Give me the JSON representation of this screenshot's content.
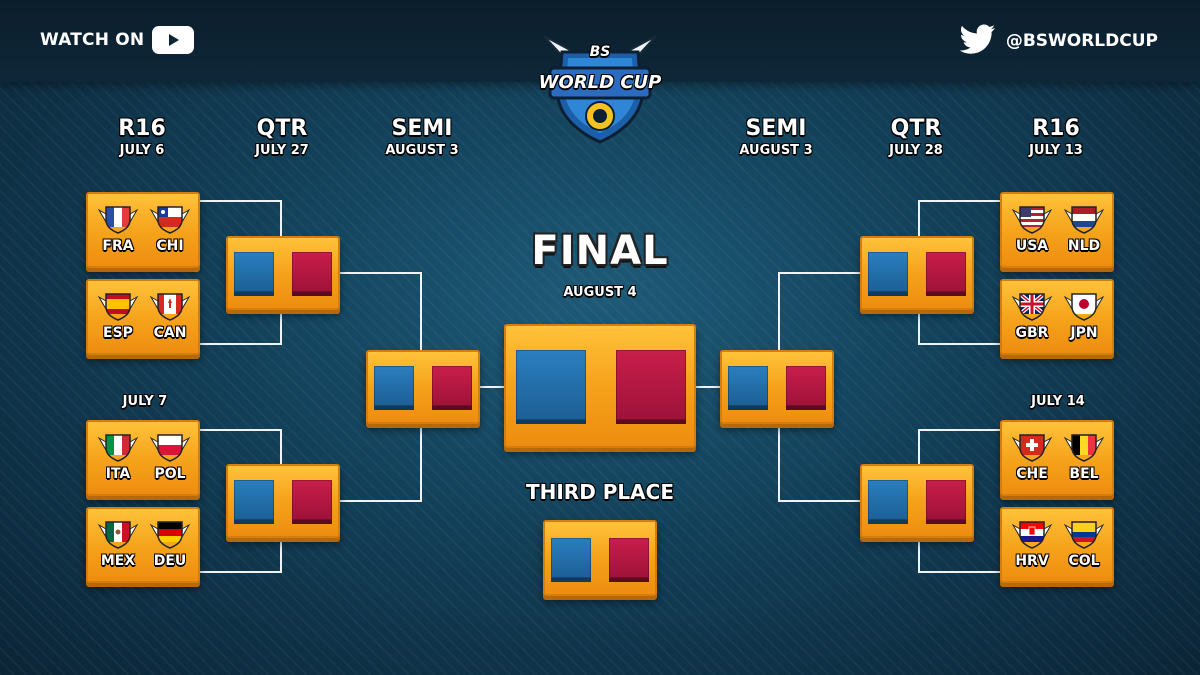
{
  "header": {
    "watch_label": "WATCH ON",
    "twitter_handle": "@BSWORLDCUP",
    "logo_top": "BS",
    "logo_bottom": "WORLD CUP"
  },
  "rounds": {
    "left_r16": {
      "label": "R16",
      "date": "JULY 6"
    },
    "left_qtr": {
      "label": "QTR",
      "date": "JULY 27"
    },
    "left_semi": {
      "label": "SEMI",
      "date": "AUGUST 3"
    },
    "right_semi": {
      "label": "SEMI",
      "date": "AUGUST 3"
    },
    "right_qtr": {
      "label": "QTR",
      "date": "JULY 28"
    },
    "right_r16": {
      "label": "R16",
      "date": "JULY 13"
    }
  },
  "sub_dates": {
    "left": "JULY 7",
    "right": "JULY 14"
  },
  "final": {
    "label": "FINAL",
    "date": "AUGUST 4"
  },
  "third_place": {
    "label": "THIRD PLACE"
  },
  "matches": [
    {
      "a": "FRA",
      "b": "CHI"
    },
    {
      "a": "ESP",
      "b": "CAN"
    },
    {
      "a": "ITA",
      "b": "POL"
    },
    {
      "a": "MEX",
      "b": "DEU"
    },
    {
      "a": "USA",
      "b": "NLD"
    },
    {
      "a": "GBR",
      "b": "JPN"
    },
    {
      "a": "CHE",
      "b": "BEL"
    },
    {
      "a": "HRV",
      "b": "COL"
    }
  ],
  "flag_icons": {
    "FRA": "france-flag-icon",
    "CHI": "chile-flag-icon",
    "ESP": "spain-flag-icon",
    "CAN": "canada-flag-icon",
    "ITA": "italy-flag-icon",
    "POL": "poland-flag-icon",
    "MEX": "mexico-flag-icon",
    "DEU": "germany-flag-icon",
    "USA": "usa-flag-icon",
    "NLD": "netherlands-flag-icon",
    "GBR": "uk-flag-icon",
    "JPN": "japan-flag-icon",
    "CHE": "switzerland-flag-icon",
    "BEL": "belgium-flag-icon",
    "HRV": "croatia-flag-icon",
    "COL": "colombia-flag-icon"
  },
  "colors": {
    "card_orange": "#f5a21a",
    "team_blue": "#2a7fbf",
    "team_red": "#c81e4a"
  }
}
